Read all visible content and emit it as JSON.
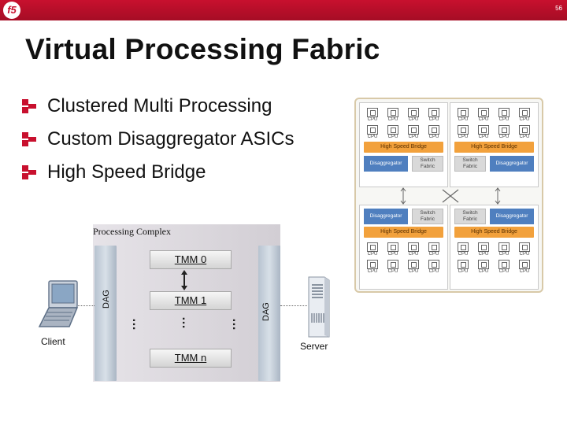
{
  "header": {
    "logo_text": "f5",
    "page_number": "56"
  },
  "slide": {
    "title": "Virtual Processing Fabric",
    "bullets": [
      {
        "label": "Clustered Multi Processing"
      },
      {
        "label": "Custom Disaggregator ASICs"
      },
      {
        "label": "High Speed Bridge"
      }
    ]
  },
  "architecture": {
    "cpu_label": "CPU",
    "bridge_label": "High Speed Bridge",
    "disaggregator_label": "Disaggregator",
    "switch_fabric_label": "Switch Fabric"
  },
  "complex": {
    "title": "Processing Complex",
    "dag_label": "DAG",
    "tmms": [
      "TMM 0",
      "TMM 1",
      "TMM n"
    ],
    "client_label": "Client",
    "server_label": "Server"
  },
  "colors": {
    "brand_red": "#c8102e",
    "bridge_orange": "#f2a13c",
    "disaggregator_blue": "#4f7fbf"
  }
}
